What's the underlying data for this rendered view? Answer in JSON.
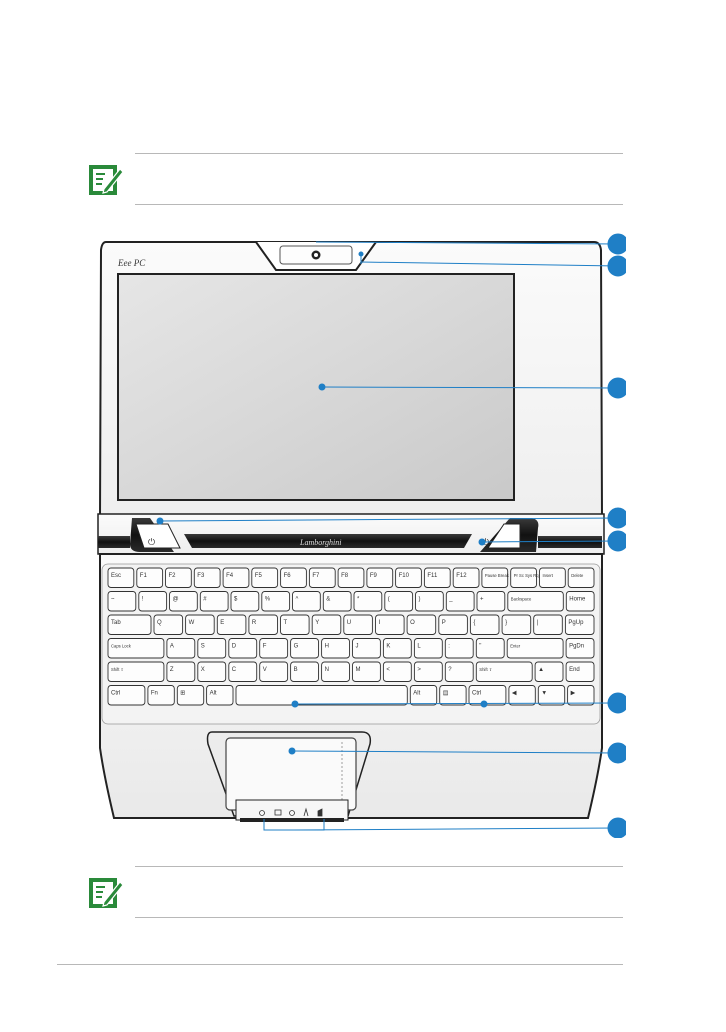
{
  "illustration": {
    "bezel_logo": "Eee PC",
    "hinge_logo": "Lamborghini",
    "callout_color": "#1f7fc6",
    "note_icon_color": "#2a8a3a",
    "callout_count": 8
  },
  "keyboard": {
    "rows": [
      [
        "Esc",
        "F1",
        "F2",
        "F3",
        "F4",
        "F5",
        "F6",
        "F7",
        "F8",
        "F9",
        "F10",
        "F11",
        "F12",
        "Pause Break",
        "Pr Sc Sys Rq",
        "Insert",
        "Delete"
      ],
      [
        "~",
        "!",
        "@",
        "#",
        "$",
        "%",
        "^",
        "&",
        "*",
        "(",
        ")",
        "_",
        "+",
        "Backspace",
        "Home"
      ],
      [
        "Tab",
        "Q",
        "W",
        "E",
        "R",
        "T",
        "Y",
        "U",
        "I",
        "O",
        "P",
        "{",
        "}",
        "|",
        "PgUp"
      ],
      [
        "Caps Lock",
        "A",
        "S",
        "D",
        "F",
        "G",
        "H",
        "J",
        "K",
        "L",
        ":",
        "\"",
        "Enter",
        "PgDn"
      ],
      [
        "Shift ⇧",
        "Z",
        "X",
        "C",
        "V",
        "B",
        "N",
        "M",
        "<",
        ">",
        "?",
        "Shift ⇧",
        "▲",
        "End"
      ],
      [
        "Ctrl",
        "Fn",
        "⊞",
        "Alt",
        "",
        "Alt",
        "▤",
        "Ctrl",
        "◀",
        "▼",
        "▶"
      ]
    ]
  }
}
